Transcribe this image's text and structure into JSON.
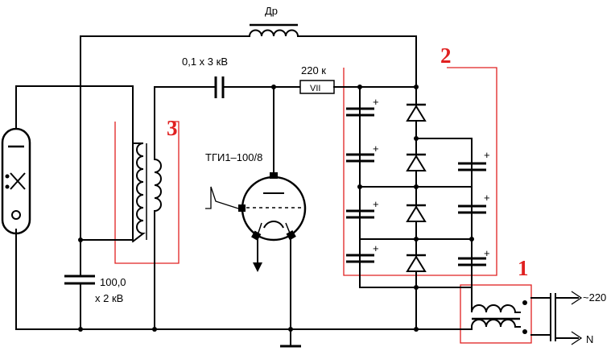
{
  "labels": {
    "choke": "Др",
    "coupling_cap": "0,1 x 3 кВ",
    "resistor": "220 к",
    "resistor_mark": "VII",
    "thyratron": "ТГИ1–100/8",
    "storage_cap_value": "100,0",
    "storage_cap_voltage": "x 2 кВ",
    "mains_phase": "~220",
    "mains_neutral": "N"
  },
  "blocks": {
    "transformer_block": "1",
    "multiplier_block": "2",
    "trigger_block": "3"
  },
  "capacitor_polarity_sign": "+",
  "colors": {
    "wire": "#000000",
    "block_outline": "#e02020",
    "block_number": "#e02020"
  }
}
